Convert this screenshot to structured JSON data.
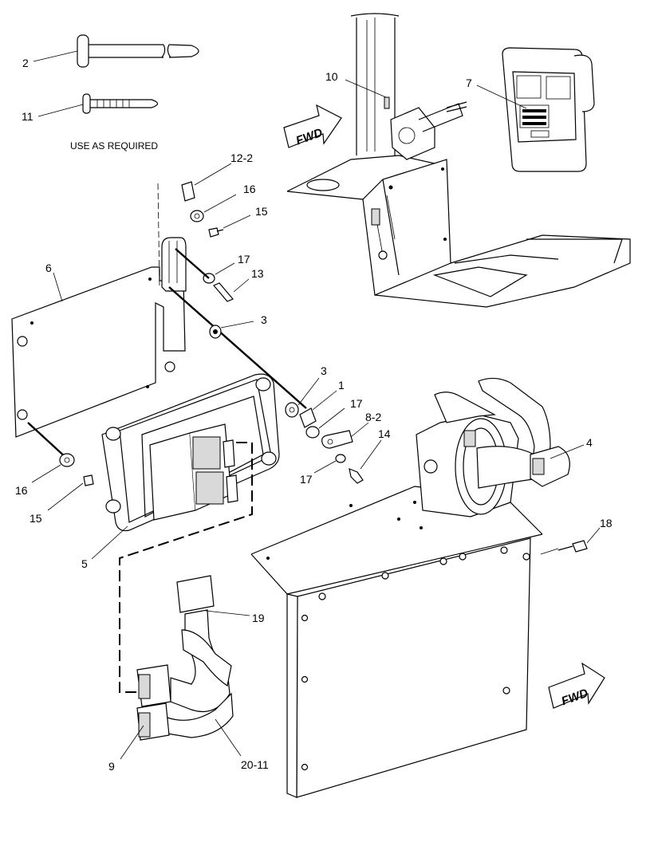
{
  "note": "USE AS REQUIRED",
  "fwd_text": "FWD",
  "labels": {
    "c1": "1",
    "c2": "2",
    "c3a": "3",
    "c3b": "3",
    "c4": "4",
    "c5": "5",
    "c6": "6",
    "c7": "7",
    "c8": "8-2",
    "c9": "9",
    "c10": "10",
    "c11": "11",
    "c12": "12-2",
    "c13": "13",
    "c14": "14",
    "c15a": "15",
    "c15b": "15",
    "c16a": "16",
    "c16b": "16",
    "c17a": "17",
    "c17b": "17",
    "c17c": "17",
    "c18": "18",
    "c19": "19",
    "c20": "20-11"
  }
}
